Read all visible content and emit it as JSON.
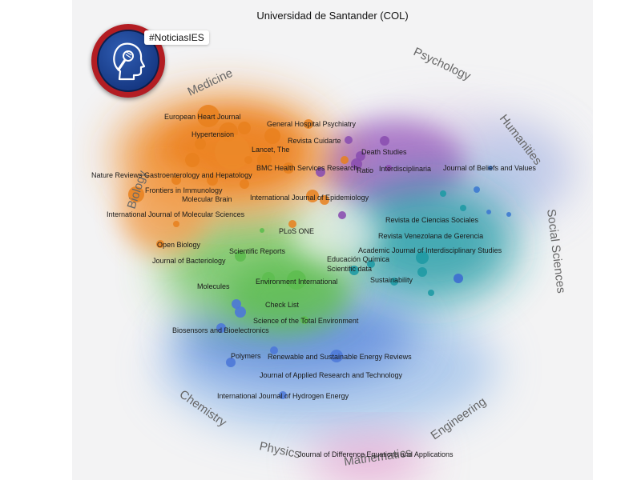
{
  "title": "Universidad de Santander (COL)",
  "hashtag": "#NoticiasIES",
  "colors": {
    "medicine": "#ee8a2a",
    "biology": "#f09438",
    "psychology": "#8b4fb0",
    "humanities": "#7d4aa8",
    "social_sciences": "#1f9aa4",
    "multidisciplinary": "#66c05a",
    "chemistry": "#4c78d8",
    "physics": "#6d9be0",
    "mathematics": "#d971b7",
    "engineering": "#8fb4e6"
  },
  "fields": [
    {
      "label": "Medicine",
      "key": "medicine"
    },
    {
      "label": "Psychology",
      "key": "psychology"
    },
    {
      "label": "Humanities",
      "key": "humanities"
    },
    {
      "label": "Social Sciences",
      "key": "social"
    },
    {
      "label": "Engineering",
      "key": "engineering"
    },
    {
      "label": "Mathematics",
      "key": "mathematics"
    },
    {
      "label": "Physics",
      "key": "physics"
    },
    {
      "label": "Chemistry",
      "key": "chemistry"
    },
    {
      "label": "Biology",
      "key": "biology"
    }
  ],
  "journals": [
    {
      "label": "European Heart Journal",
      "cluster": "medicine"
    },
    {
      "label": "General Hospital Psychiatry",
      "cluster": "medicine"
    },
    {
      "label": "Hypertension",
      "cluster": "medicine"
    },
    {
      "label": "Revista Cuidarte",
      "cluster": "medicine"
    },
    {
      "label": "Lancet, The",
      "cluster": "medicine"
    },
    {
      "label": "Death Studies",
      "cluster": "psychology"
    },
    {
      "label": "BMC Health Services Research",
      "cluster": "medicine"
    },
    {
      "label": "Ratio",
      "cluster": "humanities"
    },
    {
      "label": "Interdisciplinaria",
      "cluster": "psychology"
    },
    {
      "label": "Journal of Beliefs and Values",
      "cluster": "humanities"
    },
    {
      "label": "Nature Reviews Gastroenterology and Hepatology",
      "cluster": "medicine"
    },
    {
      "label": "Frontiers in Immunology",
      "cluster": "medicine"
    },
    {
      "label": "Molecular Brain",
      "cluster": "medicine"
    },
    {
      "label": "International Journal of Epidemiology",
      "cluster": "medicine"
    },
    {
      "label": "International Journal of Molecular Sciences",
      "cluster": "biology"
    },
    {
      "label": "Revista de Ciencias Sociales",
      "cluster": "social_sciences"
    },
    {
      "label": "PLoS ONE",
      "cluster": "multidisciplinary"
    },
    {
      "label": "Revista Venezolana de Gerencia",
      "cluster": "social_sciences"
    },
    {
      "label": "Open Biology",
      "cluster": "biology"
    },
    {
      "label": "Scientific Reports",
      "cluster": "multidisciplinary"
    },
    {
      "label": "Academic Journal of Interdisciplinary Studies",
      "cluster": "social_sciences"
    },
    {
      "label": "Journal of Bacteriology",
      "cluster": "biology"
    },
    {
      "label": "Educación Química",
      "cluster": "social_sciences"
    },
    {
      "label": "Scientific data",
      "cluster": "multidisciplinary"
    },
    {
      "label": "Molecules",
      "cluster": "multidisciplinary"
    },
    {
      "label": "Environment International",
      "cluster": "multidisciplinary"
    },
    {
      "label": "Sustainability",
      "cluster": "social_sciences"
    },
    {
      "label": "Check List",
      "cluster": "multidisciplinary"
    },
    {
      "label": "Science of the Total Environment",
      "cluster": "multidisciplinary"
    },
    {
      "label": "Biosensors and Bioelectronics",
      "cluster": "chemistry"
    },
    {
      "label": "Polymers",
      "cluster": "chemistry"
    },
    {
      "label": "Renewable and Sustainable Energy Reviews",
      "cluster": "chemistry"
    },
    {
      "label": "Journal of Applied Research and Technology",
      "cluster": "chemistry"
    },
    {
      "label": "International Journal of Hydrogen Energy",
      "cluster": "chemistry"
    },
    {
      "label": "Journal of Difference Equations and Applications",
      "cluster": "mathematics"
    }
  ]
}
